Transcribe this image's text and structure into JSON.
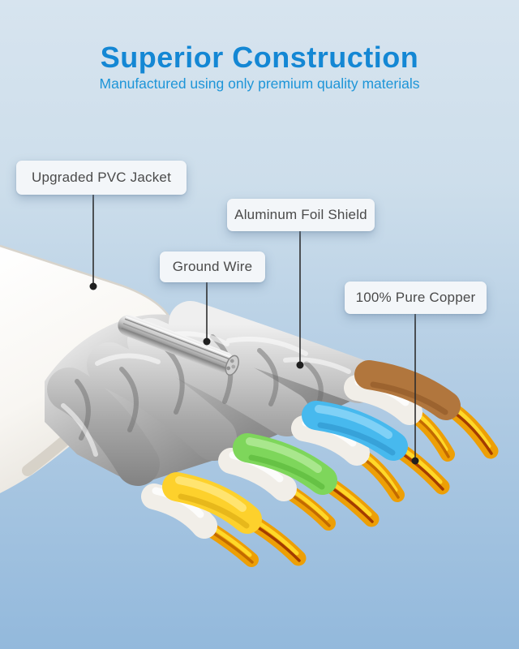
{
  "header": {
    "title": "Superior Construction",
    "subtitle": "Manufactured using only premium quality materials"
  },
  "callouts": [
    {
      "id": "pvc-jacket",
      "label": "Upgraded PVC Jacket"
    },
    {
      "id": "foil-shield",
      "label": "Aluminum Foil Shield"
    },
    {
      "id": "ground-wire",
      "label": "Ground Wire"
    },
    {
      "id": "pure-copper",
      "label": "100% Pure Copper"
    }
  ],
  "illustration": {
    "subject": "flat-network-cable-exploded-view",
    "parts": [
      "white PVC outer jacket",
      "aluminum foil shielded twisted pairs",
      "stranded metal ground wire",
      "bare copper stranded conductors"
    ],
    "wire_pairs": [
      {
        "colored": "yellow",
        "partner": "white"
      },
      {
        "colored": "green",
        "partner": "white"
      },
      {
        "colored": "blue",
        "partner": "white"
      },
      {
        "colored": "brown",
        "partner": "white"
      }
    ]
  },
  "colors": {
    "accent": "#1487d4",
    "subtitle_blue": "#1d95d8",
    "label_bg": "#f3f6f9",
    "label_text": "#4a4a4a",
    "callout_line": "#2e2e2e",
    "bg_top": "#d7e4ef",
    "bg_bottom": "#93b9dc",
    "jacket_white": "#f8f6f2",
    "foil_silver": "#b9b9b9",
    "ground_silver": "#d9d9d9",
    "copper": "#f2a50c",
    "wire_yellow": "#fdd12c",
    "wire_green": "#7ed65b",
    "wire_blue": "#47b9ee",
    "wire_brown": "#b1763d",
    "wire_white": "#f1eee8"
  }
}
